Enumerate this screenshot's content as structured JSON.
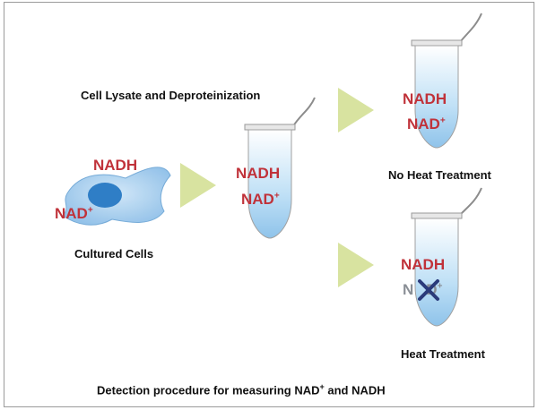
{
  "labels": {
    "lysate": "Cell Lysate and Deproteinization",
    "cultured": "Cultured Cells",
    "no_heat": "No Heat Treatment",
    "heat": "Heat Treatment",
    "caption_main": "Detection procedure for measuring  NAD",
    "caption_sup": "+",
    "caption_tail": " and NADH"
  },
  "molecules": {
    "nadh": "NADH",
    "nad": "NAD",
    "nad_heat_prefix": "N",
    "nad_heat_suffix": "D",
    "plus": "+"
  },
  "colors": {
    "nadh_text": "#c0323a",
    "arrow": "#d8e3a0",
    "liquid": "#9ec9ec",
    "cell": "#9dc8ec",
    "nucleus": "#2f7ec6",
    "cross": "#2a3a7a"
  }
}
